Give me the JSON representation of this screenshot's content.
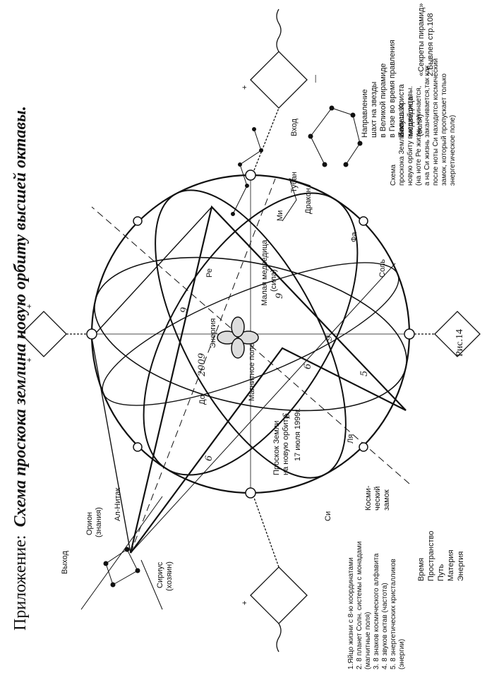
{
  "title": {
    "prefix": "Приложение:",
    "emphasis": "Схема проскока землина новую орбиту высшей октавы."
  },
  "figure_caption": "Рис.14",
  "constellations": {
    "ursa_major": [
      "Большая",
      "медведица",
      "(воля)"
    ],
    "ursa_minor": [
      "Малая медведица",
      "(сила)"
    ],
    "orion": [
      "Орион",
      "(знания)"
    ],
    "al_nitak": "Ал-Нитак",
    "sirius": [
      "Сириус",
      "(хозяин)"
    ],
    "draco": "Дракон",
    "thuban": "Тубан",
    "entry": "Вход",
    "exit": "Выход"
  },
  "shaft_note": [
    "Направление",
    "шахт на звезды",
    "в Великой пирамиде",
    "в Гизе во время правления",
    "Иисуса Христа"
  ],
  "secrets_note": [
    "«Секреты пирамид»",
    "2.Бывлея стр.108"
  ],
  "scheme_note": [
    "Схема",
    "проскока Земли на",
    "новую орбиту высшей октавы.",
    "(на ноте  Ре жизнь начинается,",
    "а на Си жизнь заканчивается,так как",
    "после ноты Си  находится космический",
    "замок, который пропускает только",
    "энергетическое поле)"
  ],
  "notes": {
    "re": "Ре",
    "mi": "Ми",
    "fa": "Фа",
    "sol": "Соль",
    "la": "Ля",
    "si": "Си",
    "do": "До"
  },
  "center_labels": {
    "energy": "Энергия",
    "magnetic_field": "Магнитное поле",
    "jump": [
      "Проскок Земли",
      "на новую орбиту"
    ],
    "date": "17 июля 1999г.",
    "year": "2009"
  },
  "cosmic_castle": [
    "Косми-",
    "ческий",
    "замок"
  ],
  "numbered_list": [
    "1.Яйцо жизни с 8-ю координатами",
    "2. 8 планет Солн. системы с монадами",
    "    (магнитные поля)",
    "3. 8 знаков космического алфавита",
    "4. 8 звуков октав (частота)",
    "5. 8 энергетических кристалликов",
    "    (энергии)"
  ],
  "terms": [
    "Время",
    "Пространство",
    "Путь",
    "Материя",
    "Энергия"
  ],
  "hand_numbers": [
    "9",
    "6",
    "6",
    "9",
    "5",
    "9",
    "6"
  ],
  "signs": {
    "plus": "+",
    "minus": "—"
  }
}
